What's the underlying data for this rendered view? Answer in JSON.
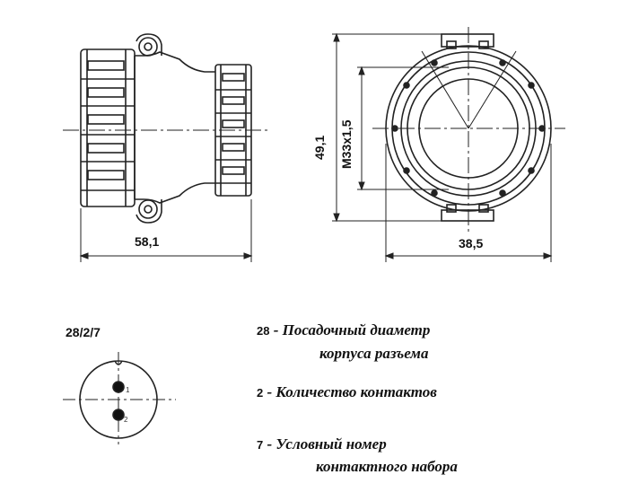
{
  "dimensions": {
    "length": "58,1",
    "height": "49,1",
    "thread": "M33x1,5",
    "width": "38,5"
  },
  "code": "28/2/7",
  "pins": [
    "1",
    "2"
  ],
  "legend": [
    {
      "number": "28",
      "text_line1": "- Посадочный диаметр",
      "text_line2": "корпуса разъема"
    },
    {
      "number": "2",
      "text_line1": "- Количество контактов"
    },
    {
      "number": "7",
      "text_line1": "- Условный номер",
      "text_line2": "контактного набора"
    }
  ]
}
